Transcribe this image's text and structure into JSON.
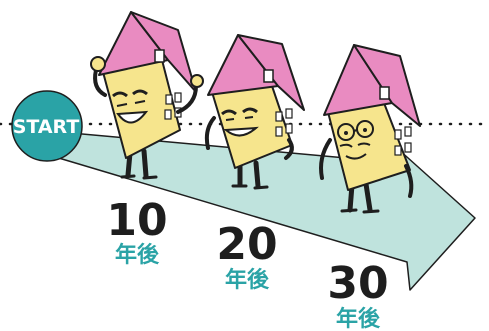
{
  "start_label": "START",
  "milestones": [
    {
      "years": "10",
      "suffix": "年後"
    },
    {
      "years": "20",
      "suffix": "年後"
    },
    {
      "years": "30",
      "suffix": "年後"
    }
  ],
  "colors": {
    "teal": "#2aa3a6",
    "arrow": "#bfe3dd",
    "wall": "#f6e58d",
    "roof": "#e98bc1",
    "outline": "#1e1e1e"
  }
}
